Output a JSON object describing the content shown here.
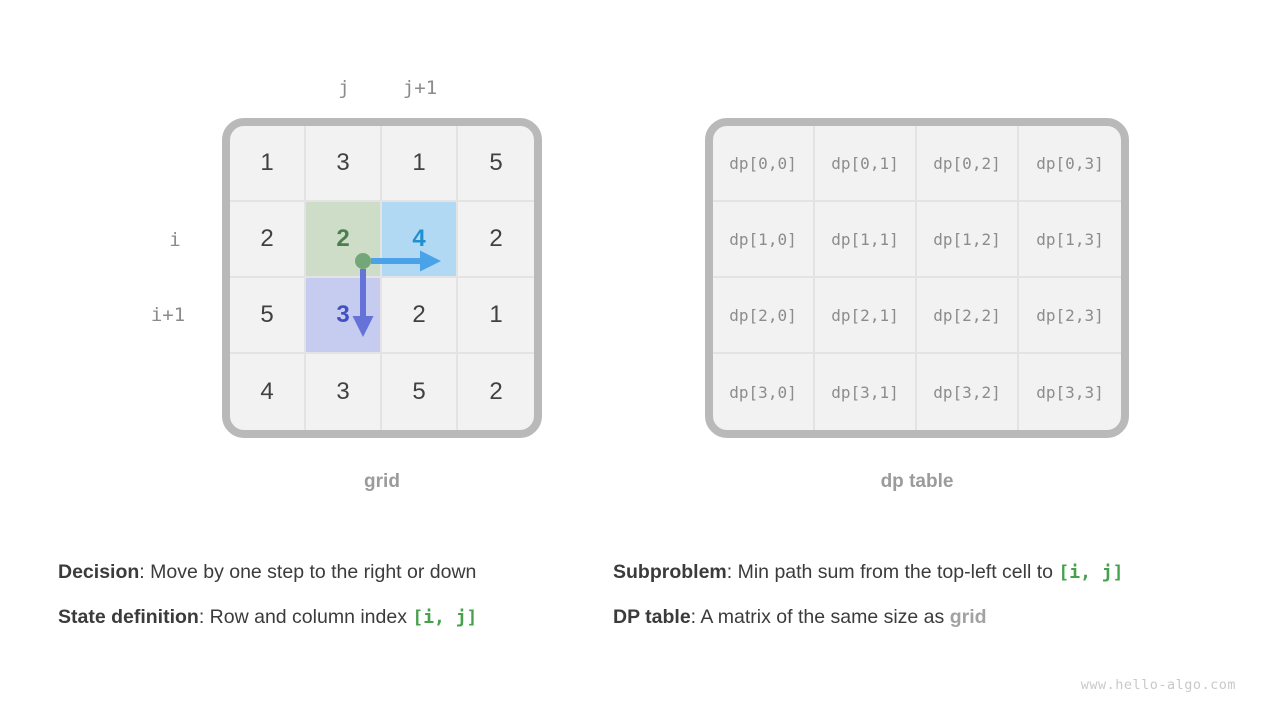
{
  "left_table": {
    "caption": "grid",
    "col_labels": [
      "j",
      "j+1"
    ],
    "row_labels": [
      "i",
      "i+1"
    ],
    "rows": [
      [
        {
          "v": "1"
        },
        {
          "v": "3"
        },
        {
          "v": "1"
        },
        {
          "v": "5"
        }
      ],
      [
        {
          "v": "2"
        },
        {
          "v": "2",
          "hl": "green"
        },
        {
          "v": "4",
          "hl": "blue"
        },
        {
          "v": "2"
        }
      ],
      [
        {
          "v": "5"
        },
        {
          "v": "3",
          "hl": "purple"
        },
        {
          "v": "2"
        },
        {
          "v": "1"
        }
      ],
      [
        {
          "v": "4"
        },
        {
          "v": "3"
        },
        {
          "v": "5"
        },
        {
          "v": "2"
        }
      ]
    ]
  },
  "dp_table": {
    "caption": "dp table",
    "rows": [
      [
        "dp[0,0]",
        "dp[0,1]",
        "dp[0,2]",
        "dp[0,3]"
      ],
      [
        "dp[1,0]",
        "dp[1,1]",
        "dp[1,2]",
        "dp[1,3]"
      ],
      [
        "dp[2,0]",
        "dp[2,1]",
        "dp[2,2]",
        "dp[2,3]"
      ],
      [
        "dp[3,0]",
        "dp[3,1]",
        "dp[3,2]",
        "dp[3,3]"
      ]
    ]
  },
  "notes": {
    "left": [
      {
        "label": "Decision",
        "rest": ": Move by one step to the right or down"
      },
      {
        "label": "State definition",
        "rest": ": Row and column index ",
        "code": "[i, j]"
      }
    ],
    "right": [
      {
        "label": "Subproblem",
        "rest": ": Min path sum from the top-left cell to ",
        "code": "[i, j]"
      },
      {
        "label": "DP table",
        "rest": ": A matrix of the same size as ",
        "muted": "grid"
      }
    ]
  },
  "watermark": "www.hello-algo.com",
  "colors": {
    "cell_bg": "#f2f2f2",
    "table_border": "#b9b9b9",
    "green_bg": "#cdddc8",
    "green_text": "#4c7f50",
    "blue_bg": "#b2d9f4",
    "blue_text": "#2190d0",
    "purple_bg": "#c6cbf0",
    "purple_text": "#4150c0",
    "dot": "#73a77a",
    "arrow_right": "#4aa2e9",
    "arrow_down": "#6573d8",
    "code_green": "#47a14c"
  }
}
